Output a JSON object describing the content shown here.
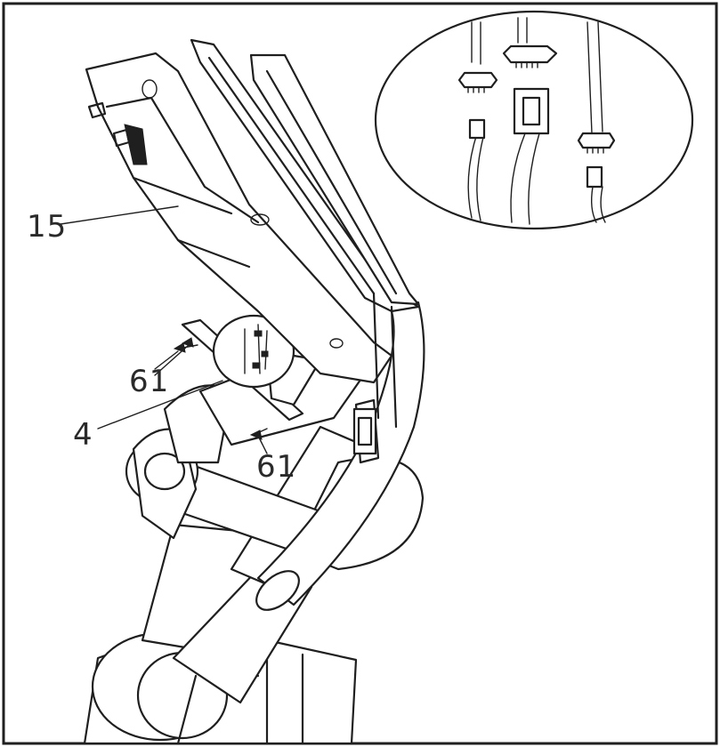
{
  "labels": {
    "console": "15",
    "screws_upper": "61",
    "screws_lower": "61",
    "post": "4"
  }
}
